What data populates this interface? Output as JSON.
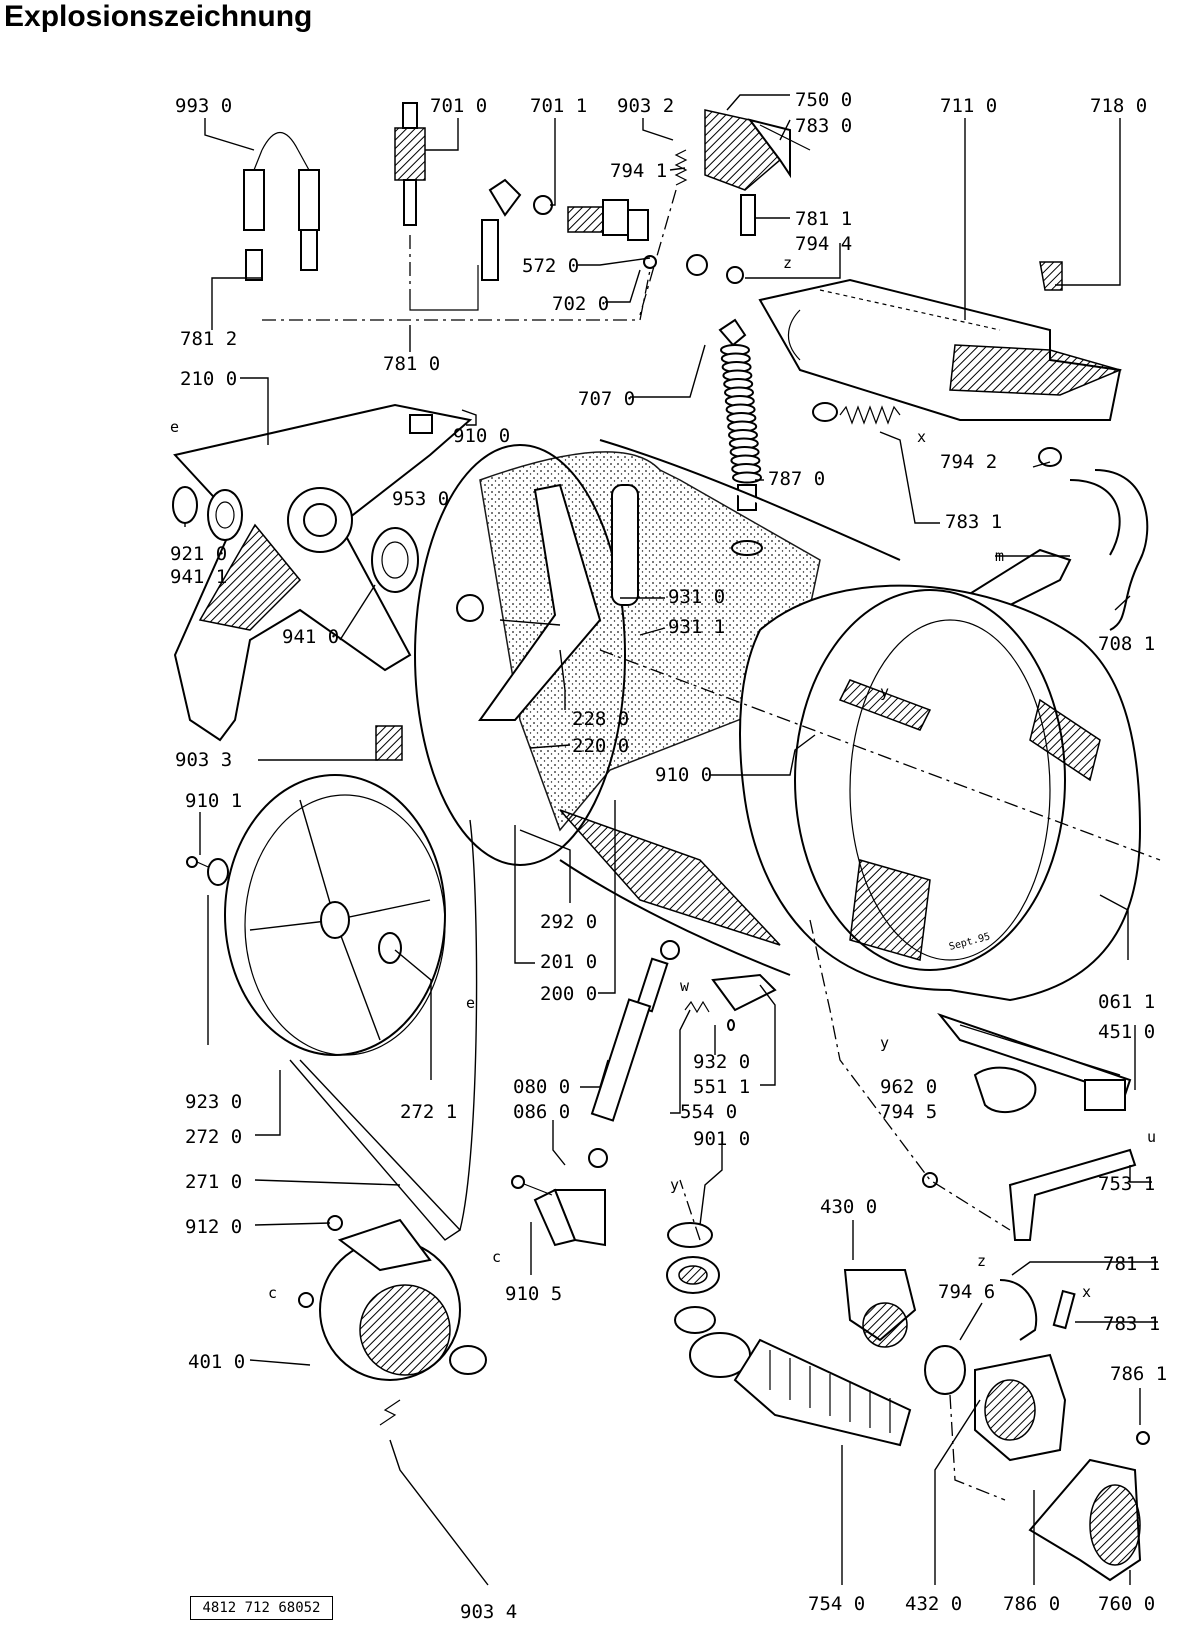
{
  "title": "Explosionszeichnung",
  "doc_number": "4812 712 68052",
  "parts": {
    "p9930": "993 0",
    "p7010": "701 0",
    "p7011": "701 1",
    "p9032": "903 2",
    "p7500": "750 0",
    "p7830": "783 0",
    "p7110": "711 0",
    "p7180": "718 0",
    "p7941": "794 1",
    "p7811a": "781 1",
    "p7944": "794 4",
    "p5720": "572 0",
    "p7020": "702 0",
    "p7812": "781 2",
    "p7810": "781 0",
    "p2100": "210 0",
    "p7070": "707 0",
    "p9100a": "910 0",
    "p9530": "953 0",
    "p7870": "787 0",
    "p7942": "794 2",
    "p7831a": "783 1",
    "p9210": "921 0",
    "p9411": "941 1",
    "p9410": "941 0",
    "p9310": "931 0",
    "p9311": "931 1",
    "p7081": "708 1",
    "p2280": "228 0",
    "p2200": "220 0",
    "p9033": "903 3",
    "p9100b": "910 0",
    "p9101": "910 1",
    "p9230": "923 0",
    "p2920": "292 0",
    "p2010": "201 0",
    "p2000": "200 0",
    "p0611": "061 1",
    "p4510": "451 0",
    "p2721": "272 1",
    "p9320": "932 0",
    "p5511": "551 1",
    "p0800": "080 0",
    "p0860": "086 0",
    "p5540": "554 0",
    "p9010": "901 0",
    "p9620": "962 0",
    "p7945": "794 5",
    "p2720": "272 0",
    "p2710": "271 0",
    "p9120": "912 0",
    "p9105": "910 5",
    "p4300": "430 0",
    "p7531": "753 1",
    "p7811b": "781 1",
    "p7946": "794 6",
    "p7831b": "783 1",
    "p4010": "401 0",
    "p7861": "786 1",
    "p9034": "903 4",
    "p7540": "754 0",
    "p4320": "432 0",
    "p7860": "786 0",
    "p7600": "760 0"
  },
  "markers": {
    "e1": "e",
    "e2": "e",
    "m": "m",
    "x1": "x",
    "x2": "x",
    "y1": "y",
    "y2": "y",
    "z1": "z",
    "z2": "z",
    "w": "w",
    "c1": "c",
    "c2": "c",
    "u": "u",
    "stamp": "Sept.95"
  },
  "colors": {
    "ink": "#000000",
    "paper": "#ffffff"
  }
}
